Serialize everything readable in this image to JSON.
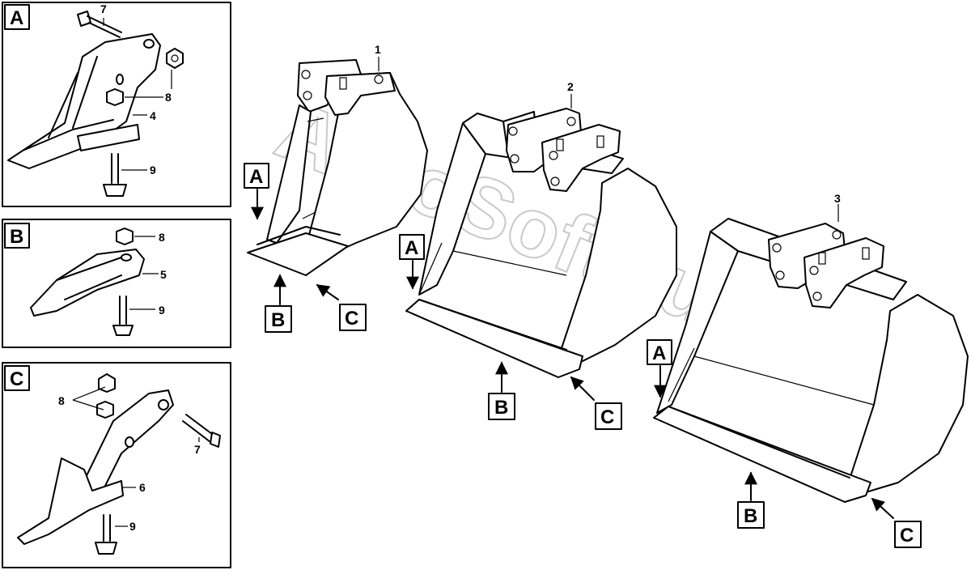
{
  "watermark": "AutoSoft.ru",
  "panels": [
    {
      "id": "A",
      "label": "A",
      "callouts": [
        "7",
        "8",
        "4",
        "9"
      ]
    },
    {
      "id": "B",
      "label": "B",
      "callouts": [
        "8",
        "5",
        "9"
      ]
    },
    {
      "id": "C",
      "label": "C",
      "callouts": [
        "8",
        "7",
        "6",
        "9"
      ]
    }
  ],
  "buckets": [
    {
      "number": "1",
      "refs": [
        "A",
        "B",
        "C"
      ]
    },
    {
      "number": "2",
      "refs": [
        "A",
        "B",
        "C"
      ]
    },
    {
      "number": "3",
      "refs": [
        "A",
        "B",
        "C"
      ]
    }
  ]
}
